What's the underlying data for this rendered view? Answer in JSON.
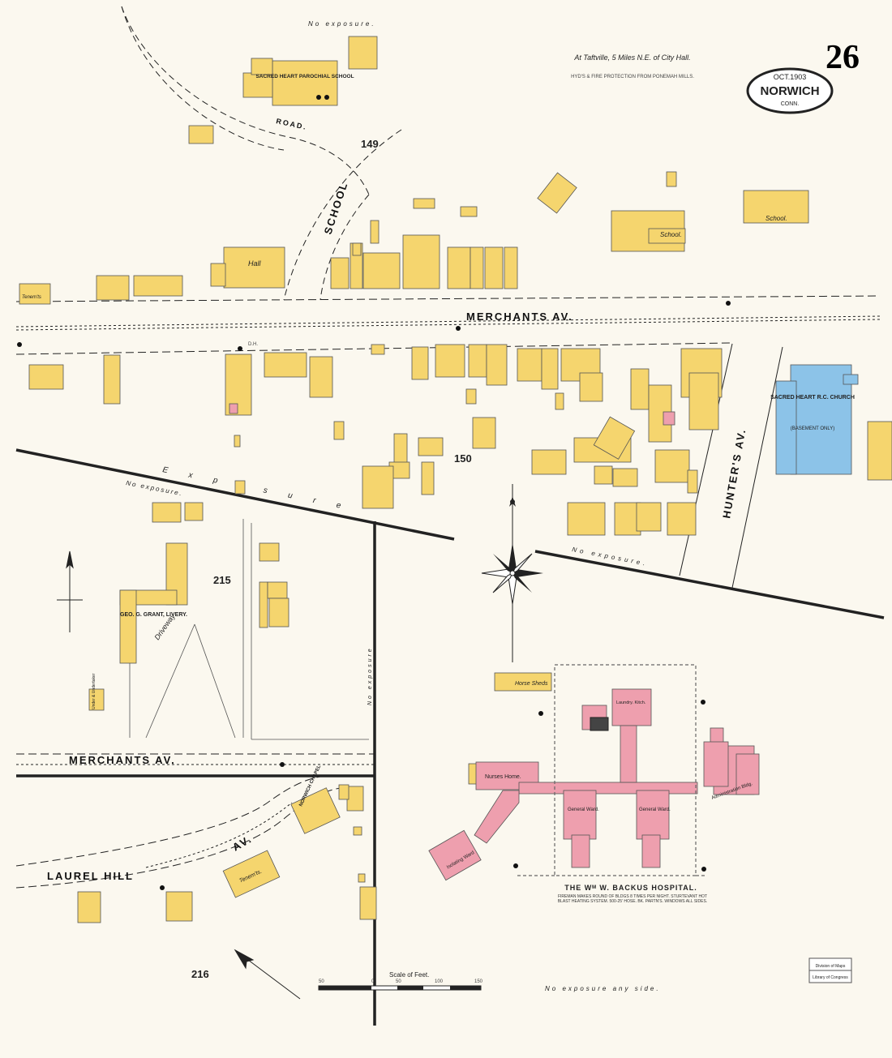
{
  "sheet_number": "26",
  "cartouche": {
    "date": "OCT.1903",
    "city": "NORWICH",
    "state": "CONN."
  },
  "location_note": "At Taftville, 5 Miles N.E. of City Hall.",
  "water_note": "HYD'S & FIRE PROTECTION FROM PONEMAH MILLS.",
  "block_numbers": [
    "149",
    "150",
    "215",
    "216"
  ],
  "streets": {
    "merchants_av_upper": "MERCHANTS AV.",
    "merchants_av_lower": "MERCHANTS AV.",
    "school_road_a": "SCHOOL",
    "school_road_b": "ROAD.",
    "hunters_av": "HUNTER'S AV.",
    "laurel_hill_av_a": "LAUREL HILL",
    "laurel_hill_av_b": "AV.",
    "driveway": "Driveway"
  },
  "exposure_notes": {
    "top": "No exposure.",
    "mid_left": "No exposure.",
    "mid_right": "No exposure.",
    "diagonal": "Exposure",
    "vertical": "No exposure",
    "bottom": "No exposure any side."
  },
  "buildings": {
    "sacred_heart_school": "SACRED HEART PAROCHIAL SCHOOL",
    "sacred_heart_church": "SACRED HEART R.C. CHURCH",
    "church_note": "(BASEMENT ONLY)",
    "hall": "Hall",
    "livery": "GEO. G. GRANT, LIVERY.",
    "school_right": "School.",
    "school_mid": "School.",
    "horse_sheds": "Horse Sheds",
    "tenements": "Tenem'ts.",
    "tenements_left": "Tenem'ts",
    "norwich_chapel": "NORWICH CHAPEL",
    "undertaker": "Under & Undertaker"
  },
  "hospital": {
    "name": "THE Wᴹ W. BACKUS HOSPITAL.",
    "note": "FIREMAN MAKES ROUND OF BLDGS 8 TIMES PER NIGHT. STURTEVANT HOT BLAST HEATING SYSTEM. 500-25' HOSE. BK. PARTN'S. WINDOWS ALL SIDES.",
    "wings": [
      "Nurses Home.",
      "General Ward.",
      "General Ward.",
      "Isolating Ward",
      "Administration Bldg.",
      "Laundry. Kitch."
    ]
  },
  "scale": {
    "title": "Scale of Feet.",
    "ticks": [
      "50",
      "0",
      "50",
      "100",
      "150"
    ]
  },
  "stamp": {
    "line1": "Division of Maps",
    "line2": "Library of Congress"
  },
  "hydrant_label": "D.H.",
  "colors": {
    "paper": "#fbf8ef",
    "frame": "#f5d56e",
    "brick": "#ee9fae",
    "stone": "#8cc3e8",
    "outline": "#555555"
  }
}
